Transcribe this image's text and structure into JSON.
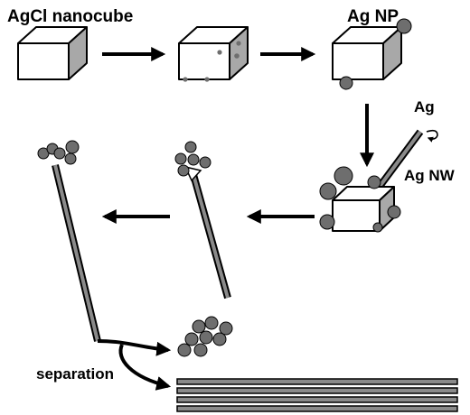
{
  "labels": {
    "agcl_nanocube": "AgCl nanocube",
    "ag_np": "Ag NP",
    "ag": "Ag",
    "ag_nw": "Ag NW",
    "separation": "separation"
  },
  "colors": {
    "stroke": "#000000",
    "cube_front": "#ffffff",
    "cube_top": "#ffffff",
    "cube_side": "#a8a8a8",
    "particle": "#6e6e6e",
    "wire_fill": "#8a8a8a"
  }
}
